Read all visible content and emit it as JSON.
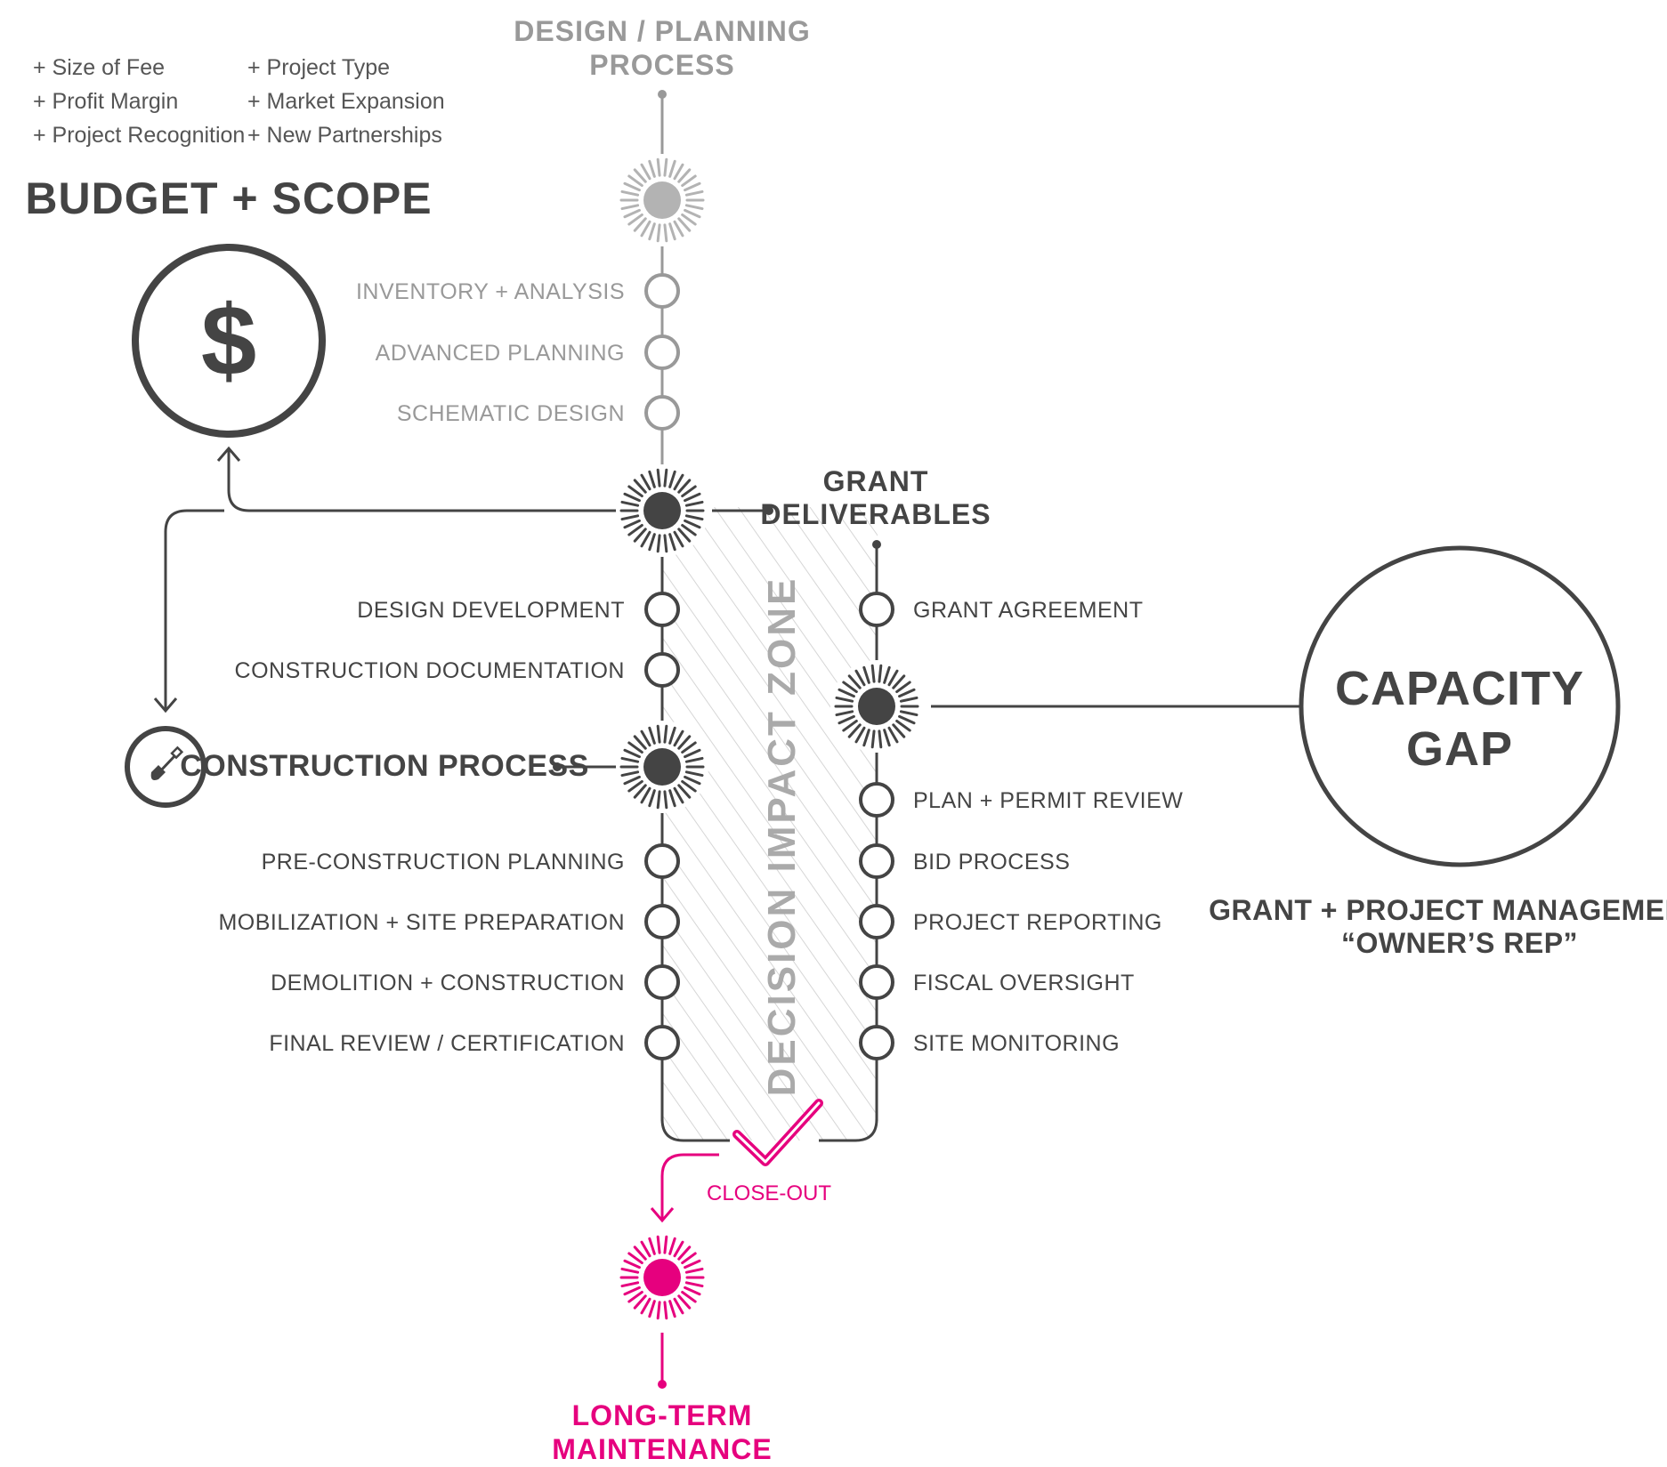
{
  "colors": {
    "dark": "#444444",
    "gray": "#999999",
    "light_gray": "#b3b3b3",
    "hatch": "#d6d6d6",
    "magenta": "#e6007e",
    "white": "#ffffff"
  },
  "design_planning": {
    "title_line1": "DESIGN / PLANNING",
    "title_line2": "PROCESS",
    "steps": [
      "INVENTORY + ANALYSIS",
      "ADVANCED PLANNING",
      "SCHEMATIC DESIGN"
    ]
  },
  "budget": {
    "factors_left": [
      "+ Size of Fee",
      "+ Profit Margin",
      "+ Project Recognition"
    ],
    "factors_right": [
      "+ Project Type",
      "+ Market Expansion",
      "+ New Partnerships"
    ],
    "title": "BUDGET + SCOPE",
    "symbol": "$",
    "symbol_icon": "dollar-sign-icon"
  },
  "grant_deliverables": {
    "title_line1": "GRANT",
    "title_line2": "DELIVERABLES"
  },
  "left_steps_upper": [
    "DESIGN DEVELOPMENT",
    "CONSTRUCTION DOCUMENTATION"
  ],
  "construction": {
    "title": "CONSTRUCTION PROCESS",
    "icon": "shovel-icon",
    "steps": [
      "PRE-CONSTRUCTION PLANNING",
      "MOBILIZATION + SITE PREPARATION",
      "DEMOLITION + CONSTRUCTION",
      "FINAL REVIEW / CERTIFICATION"
    ]
  },
  "right_steps_upper": [
    "GRANT AGREEMENT"
  ],
  "right_steps_lower": [
    "PLAN + PERMIT REVIEW",
    "BID PROCESS",
    "PROJECT REPORTING",
    "FISCAL OVERSIGHT",
    "SITE MONITORING"
  ],
  "zone_label": "DECISION IMPACT ZONE",
  "capacity_gap": {
    "title_line1": "CAPACITY",
    "title_line2": "GAP",
    "caption_line1": "GRANT + PROJECT MANAGEMENT:",
    "caption_line2": "“OWNER’S REP”"
  },
  "closeout": {
    "label": "CLOSE-OUT",
    "icon": "checkmark-icon"
  },
  "maintenance": {
    "title_line1": "LONG-TERM",
    "title_line2": "MAINTENANCE"
  }
}
